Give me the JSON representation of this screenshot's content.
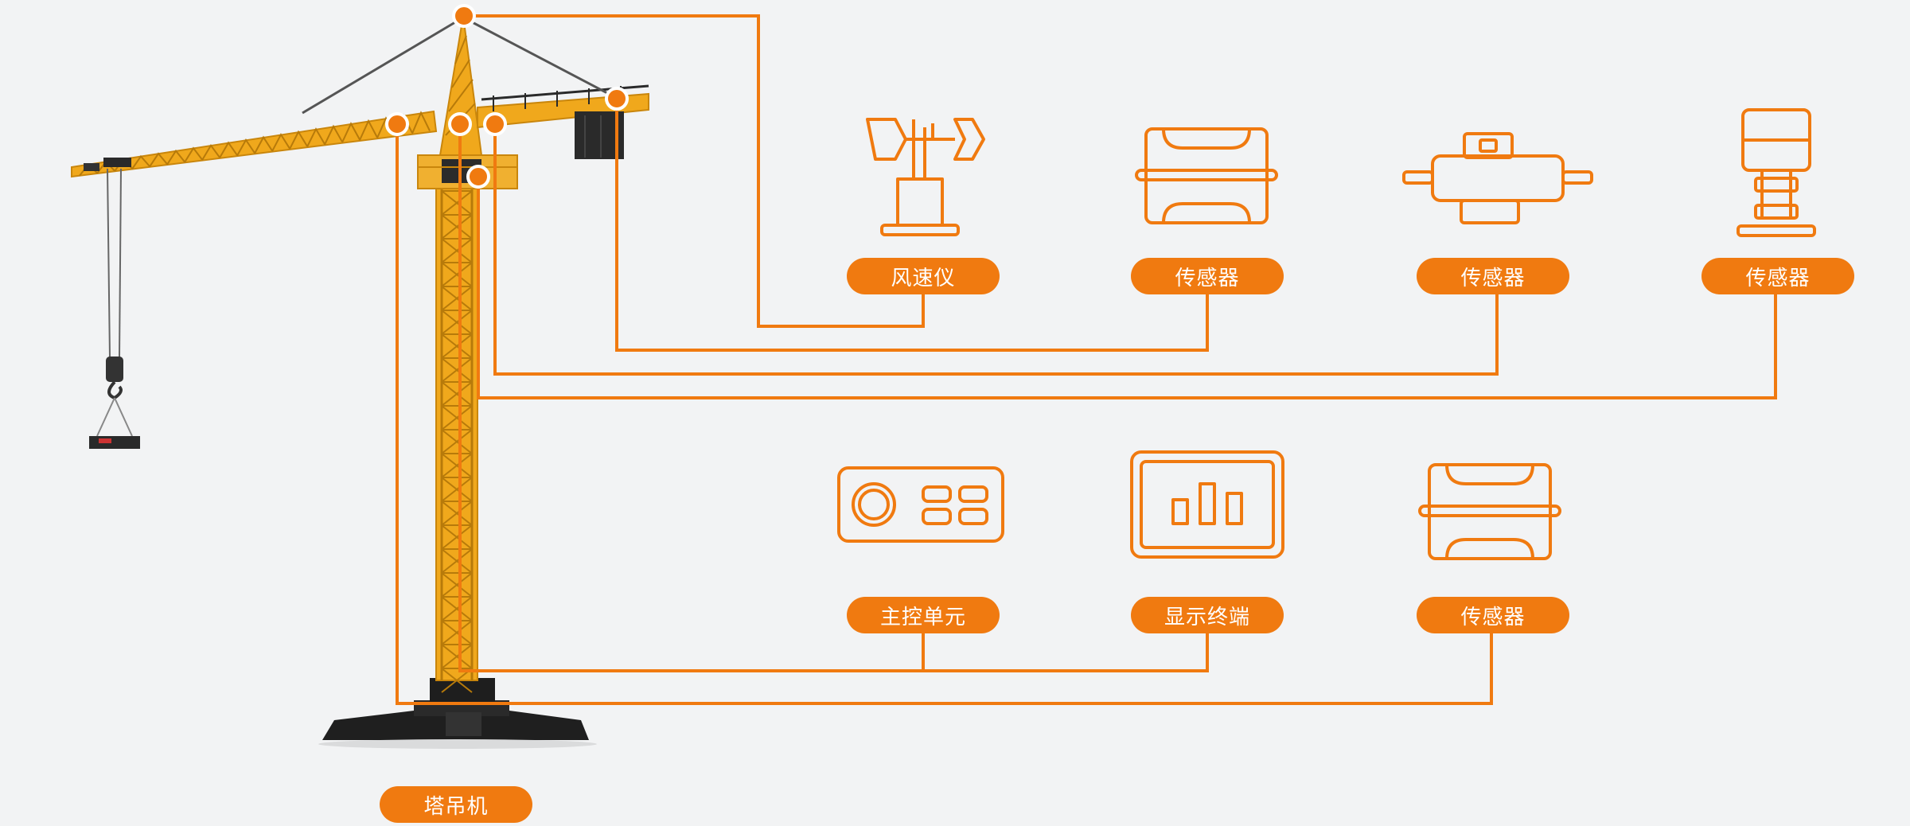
{
  "colors": {
    "accent": "#f07a10",
    "background": "#f2f3f4",
    "crane_yellow": "#f0a81c",
    "crane_dark": "#222222"
  },
  "icons": {
    "anemometer": "anemometer-icon",
    "load_cell": "load-cell-sensor-icon",
    "motor": "motor-sensor-icon",
    "tilt": "tilt-sensor-icon",
    "control_unit": "control-unit-icon",
    "display": "display-terminal-icon",
    "load_cell_2": "load-cell-sensor-icon"
  },
  "labels": {
    "anemometer": "风速仪",
    "sensor_1": "传感器",
    "sensor_2": "传感器",
    "sensor_3": "传感器",
    "control_unit": "主控单元",
    "display_terminal": "显示终端",
    "sensor_4": "传感器",
    "tower_crane": "塔吊机"
  }
}
